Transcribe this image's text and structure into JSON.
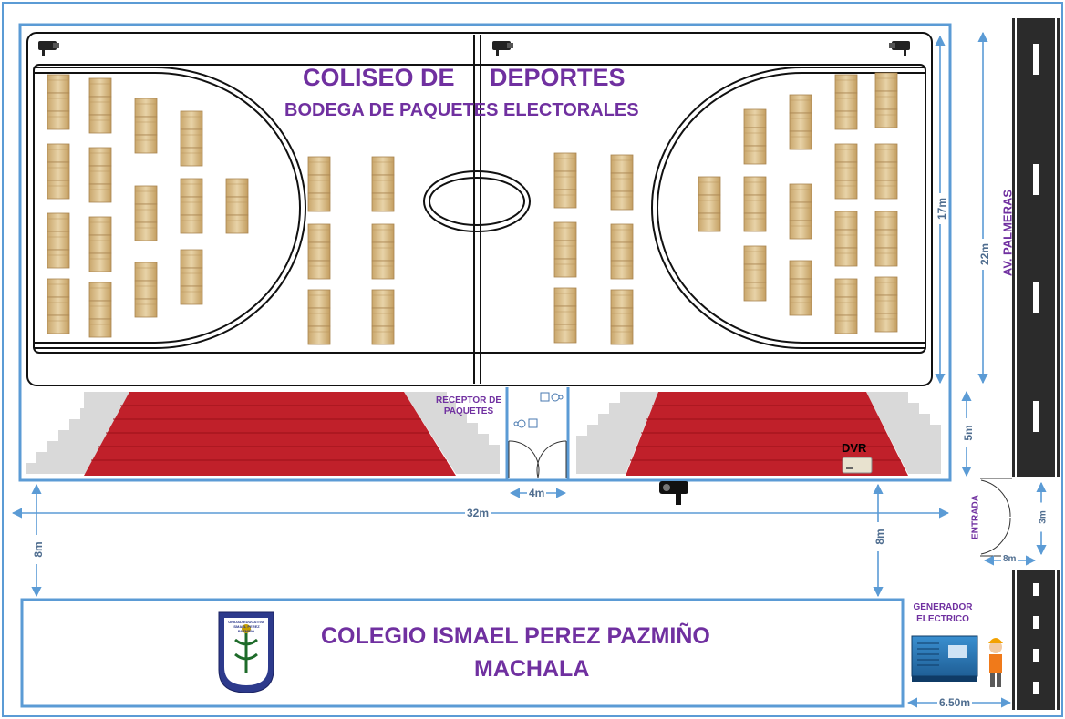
{
  "title": {
    "line1_left": "COLISEO DE",
    "line1_right": "DEPORTES",
    "line2": "BODEGA DE PAQUETES ELECTORALES"
  },
  "labels": {
    "receptor": "RECEPTOR DE PAQUETES",
    "dvr": "DVR",
    "avenue": "AV. PALMERAS",
    "entrada": "ENTRADA",
    "generator": "GENERADOR ELECTRICO",
    "school_name": "COLEGIO ISMAEL PEREZ PAZMIÑO",
    "school_city": "MACHALA",
    "logo_arc": "UNIDAD EDUCATIVA ISMAEL PEREZ PAZMIÑO",
    "logo_city": "MACHALA"
  },
  "dimensions": {
    "court_height": "17m",
    "total_height": "22m",
    "stands_height": "5m",
    "door_width": "4m",
    "total_width": "32m",
    "left_gap": "8m",
    "right_gap": "8m",
    "entrance_height": "3m",
    "entrance_width": "8m",
    "generator_width": "6.50m"
  },
  "colors": {
    "wall": "#5b9bd5",
    "label_purple": "#7030a0",
    "box_tan": "#d9bd8c",
    "stand_red": "#c0202a",
    "road": "#2b2b2b"
  }
}
